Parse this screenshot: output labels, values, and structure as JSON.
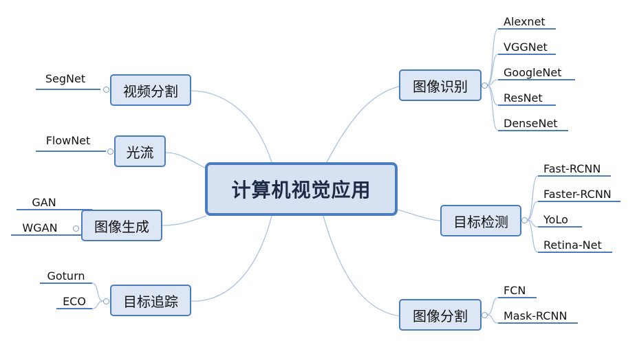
{
  "central": {
    "title": "计算机视觉应用"
  },
  "topics": {
    "image_recognition": {
      "label": "图像识别",
      "children": [
        "Alexnet",
        "VGGNet",
        "GoogleNet",
        "ResNet",
        "DenseNet"
      ]
    },
    "object_detection": {
      "label": "目标检测",
      "children": [
        "Fast-RCNN",
        "Faster-RCNN",
        "YoLo",
        "Retina-Net"
      ]
    },
    "image_segmentation": {
      "label": "图像分割",
      "children": [
        "FCN",
        "Mask-RCNN"
      ]
    },
    "video_segmentation": {
      "label": "视频分割",
      "children": [
        "SegNet"
      ]
    },
    "optical_flow": {
      "label": "光流",
      "children": [
        "FlowNet"
      ]
    },
    "image_generation": {
      "label": "图像生成",
      "children": [
        "GAN",
        "WGAN"
      ]
    },
    "object_tracking": {
      "label": "目标追踪",
      "children": [
        "Goturn",
        "ECO"
      ]
    }
  },
  "colors": {
    "border": "#4a7cc0",
    "node_fill": "#dce6f4",
    "line": "#a9c1e3",
    "underline": "#4a7cc0"
  }
}
